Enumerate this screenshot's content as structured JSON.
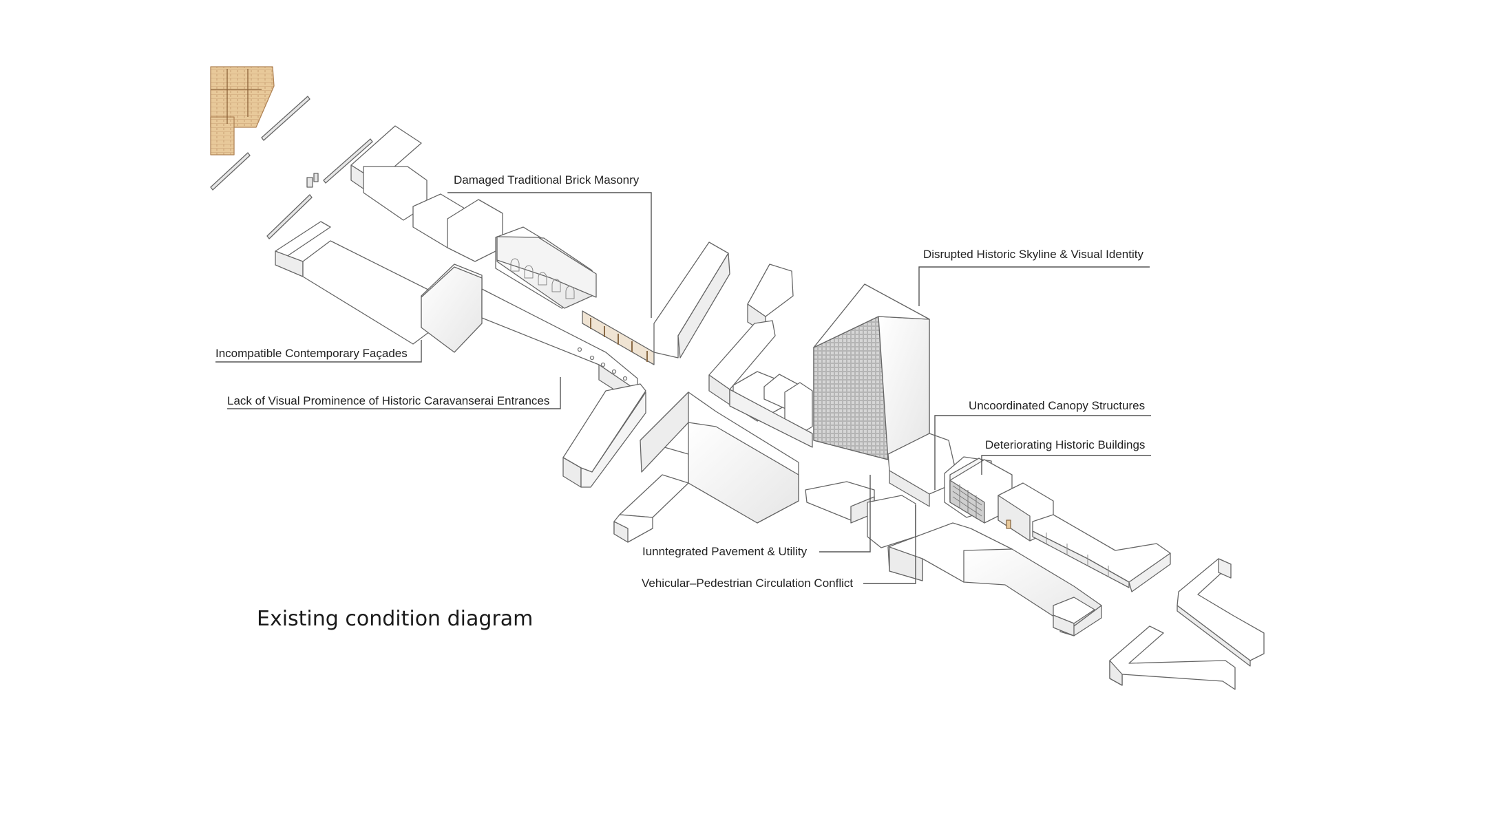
{
  "caption": "Existing condition diagram",
  "annotations": {
    "brick_masonry": "Damaged Traditional Brick Masonry",
    "skyline": "Disrupted Historic Skyline & Visual Identity",
    "contemporary_facades": "Incompatible Contemporary Façades",
    "caravanserai": "Lack of Visual Prominence of Historic Caravanserai Entrances",
    "canopy": "Uncoordinated Canopy Structures",
    "historic_buildings": "Deteriorating Historic Buildings",
    "pavement": "Iunntegrated Pavement & Utility",
    "circulation": "Vehicular–Pedestrian Circulation Conflict"
  },
  "colors": {
    "line": "#555555",
    "block_top": "#ffffff",
    "block_side": "#efefef",
    "block_shade": "#d9d9d9",
    "brick": "#e8c99a",
    "brick_dark": "#b08456",
    "tower_grid": "#8a8a8a"
  }
}
